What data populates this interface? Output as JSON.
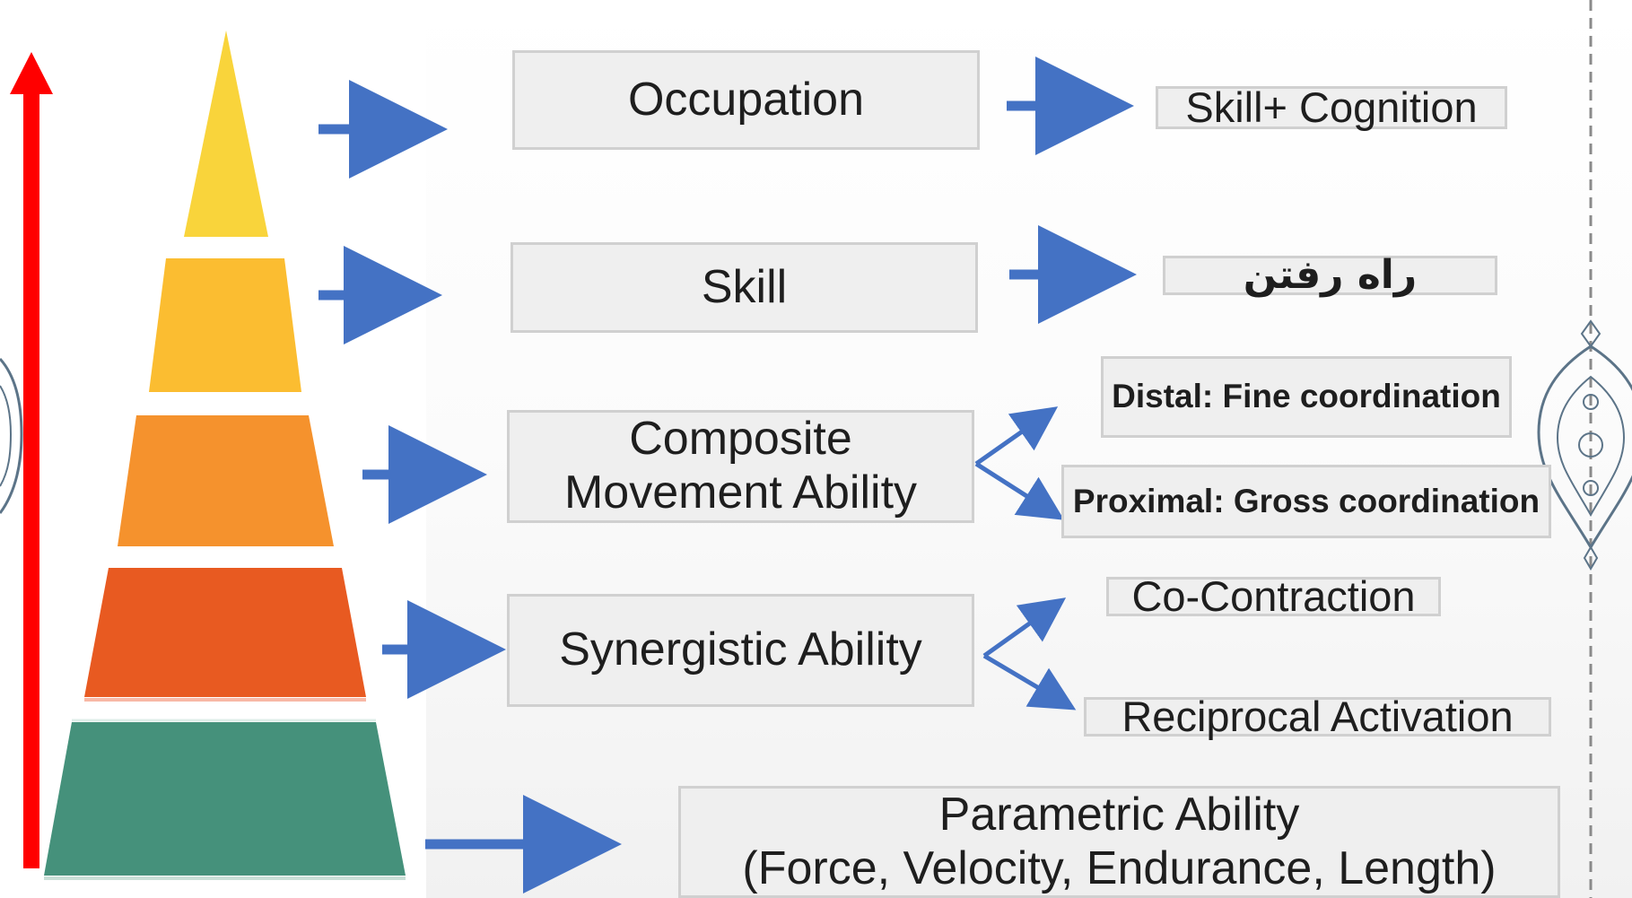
{
  "diagram": {
    "levels": [
      {
        "label": "Occupation",
        "color": "#f9d43b",
        "outcomes": [
          "Skill+ Cognition"
        ]
      },
      {
        "label": "Skill",
        "color": "#fbbd31",
        "outcomes": [
          "راه رفتن"
        ]
      },
      {
        "label_lines": [
          "Composite",
          "Movement Ability"
        ],
        "color": "#f5922d",
        "outcomes": [
          "Distal: Fine coordination",
          "Proximal: Gross coordination"
        ]
      },
      {
        "label": "Synergistic Ability",
        "color": "#e85a21",
        "outcomes": [
          "Co-Contraction",
          "Reciprocal Activation"
        ]
      },
      {
        "label_lines": [
          "Parametric Ability",
          "(Force, Velocity, Endurance, Length)"
        ],
        "color": "#45917b",
        "outcomes": []
      }
    ],
    "colors": {
      "arrow_blue": "#4472c4",
      "axis_red": "#ff0000",
      "box_fill": "#efefef",
      "box_border": "#d0d0d0",
      "ornament": "#5c7488"
    },
    "icons": [
      "upward-arrow-icon",
      "ornament-icon"
    ]
  }
}
